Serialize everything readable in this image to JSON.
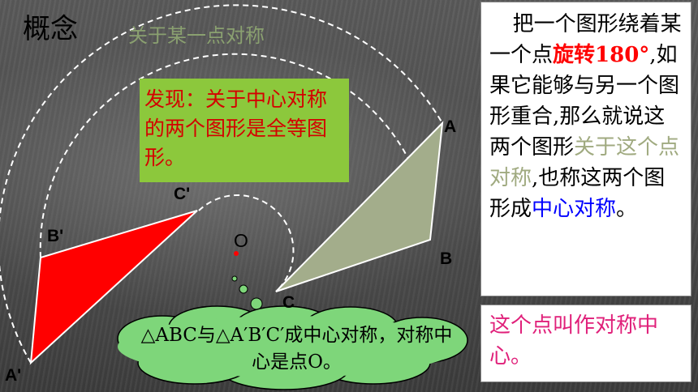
{
  "slide": {
    "title": "概念",
    "subtitle": "关于某一点对称",
    "discovery_text": "发现：关于中心对称的两个图形是全等图形。",
    "labels": {
      "A": "A",
      "B": "B",
      "C": "C",
      "A_prime": "A'",
      "B_prime": "B'",
      "C_prime": "C'",
      "O": "O"
    },
    "cloud_text": "△ABC与△A′B′C′成中心对称，对称中心是点O。",
    "definition": {
      "part1": "把一个图形绕着某一个点",
      "rotate": "旋转180°",
      "part2": ",如果它能够与另一个图形重合,那么就说这两个图形",
      "about_point": "关于这个点对称",
      "part3": ",也称这两个图形成",
      "center_sym": "中心对称",
      "part4": "。"
    },
    "center_note": "这个点叫作对称中心。"
  },
  "colors": {
    "triangle_original": "#a3ad8b",
    "triangle_image": "#ff0000",
    "discovery_bg": "#8cc83c",
    "discovery_text": "#d40000",
    "cloud_fill": "#7ed67a",
    "rotate_text": "#ff0000",
    "about_point_text": "#a0aa80",
    "center_sym_text": "#0000ff",
    "center_note_text": "#e0207a",
    "center_point": "#ff0000"
  },
  "icons": [
    "thought-cloud-shape",
    "rotation-arc-dashed"
  ]
}
